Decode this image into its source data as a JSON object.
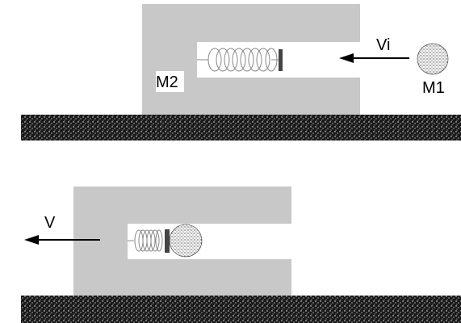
{
  "labels": {
    "m2": "M2",
    "m1": "M1",
    "vi": "Vi",
    "v": "V"
  },
  "colors": {
    "block": "#c8c8c8",
    "ground": "#1a1a1a",
    "spring_end": "#444444",
    "arrow": "#000000"
  }
}
